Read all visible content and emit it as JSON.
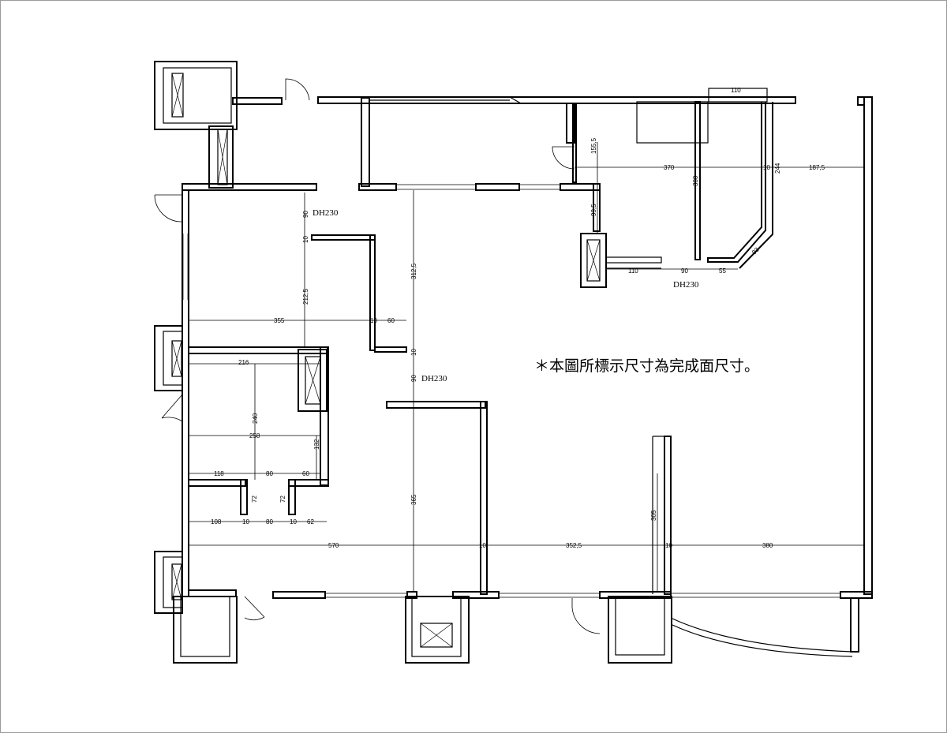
{
  "plan": {
    "note": "＊本圖所標示尺寸為完成面尺寸。",
    "ceiling_labels": [
      "DH230",
      "DH230",
      "DH230"
    ],
    "dimensions": {
      "d110_top": "110",
      "d155_5": "155,5",
      "d370": "370",
      "d10_a": "10",
      "d244": "244",
      "d187_5": "187,5",
      "d300": "300",
      "d99_5": "99,5",
      "d93": "93",
      "d110_b": "110",
      "d90_a": "90",
      "d55": "55",
      "d90_b": "90",
      "d10_b": "10",
      "d312_5": "312,5",
      "d212_5": "212,5",
      "d355": "355",
      "d10_c": "10",
      "d60_a": "60",
      "d10_d": "10",
      "d90_c": "90",
      "d216": "216",
      "d240": "240",
      "d258": "258",
      "d132": "132",
      "d118": "118",
      "d80_a": "80",
      "d60_b": "60",
      "d72_a": "72",
      "d72_b": "72",
      "d365": "365",
      "d108": "108",
      "d10_e": "10",
      "d80_b": "80",
      "d10_f": "10",
      "d62": "62",
      "d570": "570",
      "d10_g": "10",
      "d352_5": "352,5",
      "d10_h": "10",
      "d380": "380",
      "d305": "305"
    }
  }
}
